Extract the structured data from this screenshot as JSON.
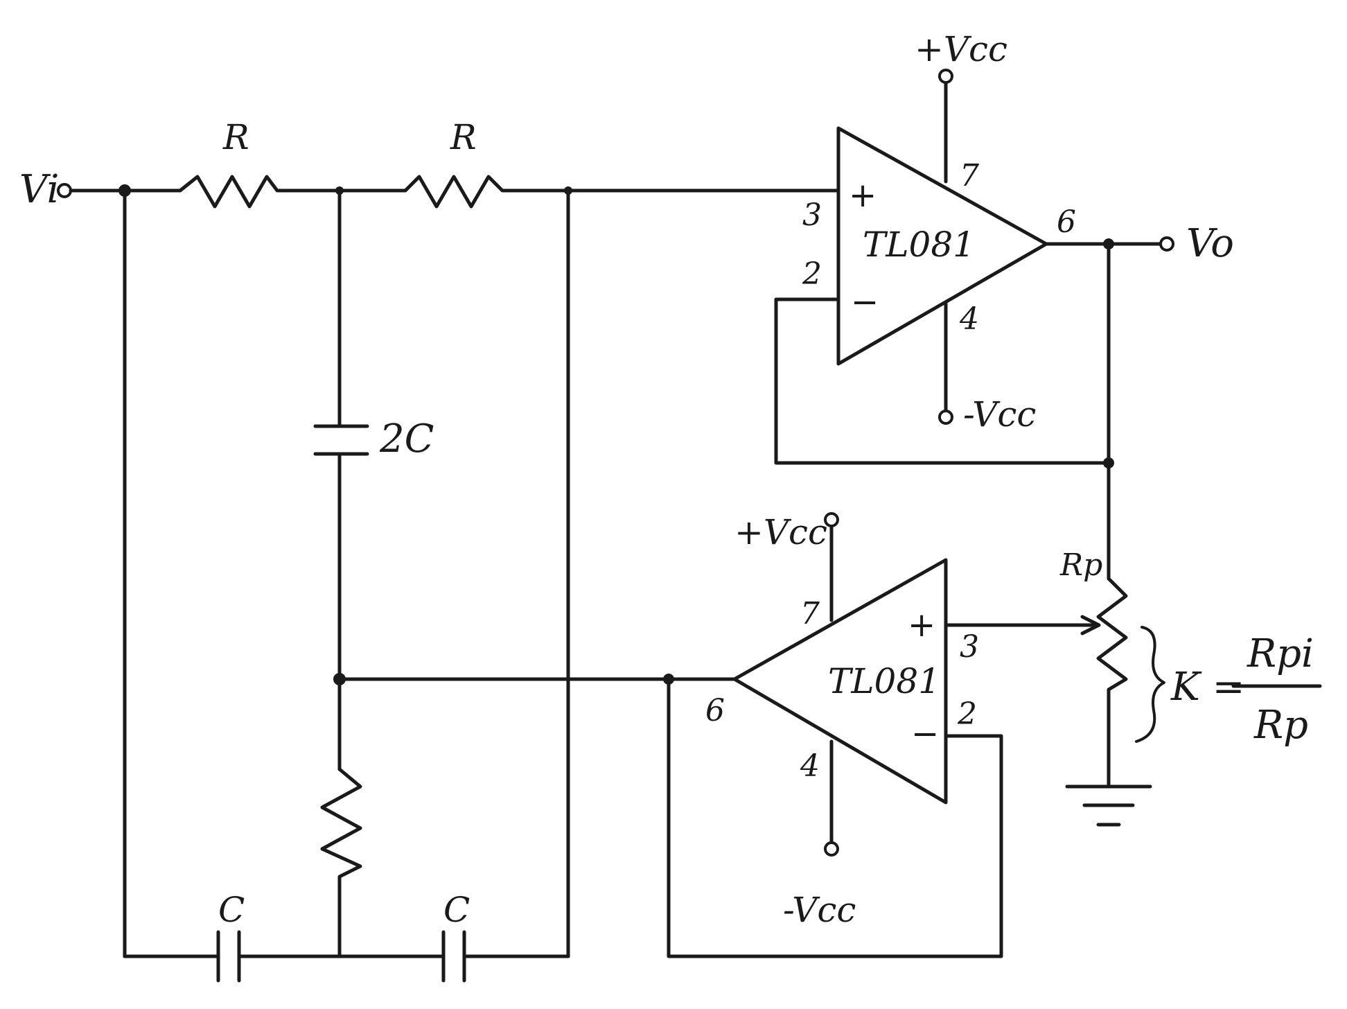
{
  "labels": {
    "vi": "Vi",
    "vo": "Vo",
    "r_top_1": "R",
    "r_top_2": "R",
    "cap_2c": "2C",
    "cap_c_1": "C",
    "cap_c_2": "C",
    "rp": "Rp",
    "k_prefix": "K =",
    "k_num": "Rpi",
    "k_den": "Rp"
  },
  "opamp_top": {
    "name": "TL081",
    "vcc_pos": "+Vcc",
    "vcc_neg": "-Vcc",
    "pin_plus": "3",
    "pin_minus": "2",
    "pin_out": "6",
    "pin_vpos": "7",
    "pin_vneg": "4",
    "sym_plus": "+",
    "sym_minus": "−"
  },
  "opamp_bottom": {
    "name": "TL081",
    "vcc_pos": "+Vcc",
    "vcc_neg": "-Vcc",
    "pin_plus": "3",
    "pin_minus": "2",
    "pin_out": "6",
    "pin_vpos": "7",
    "pin_vneg": "4",
    "sym_plus": "+",
    "sym_minus": "−"
  }
}
